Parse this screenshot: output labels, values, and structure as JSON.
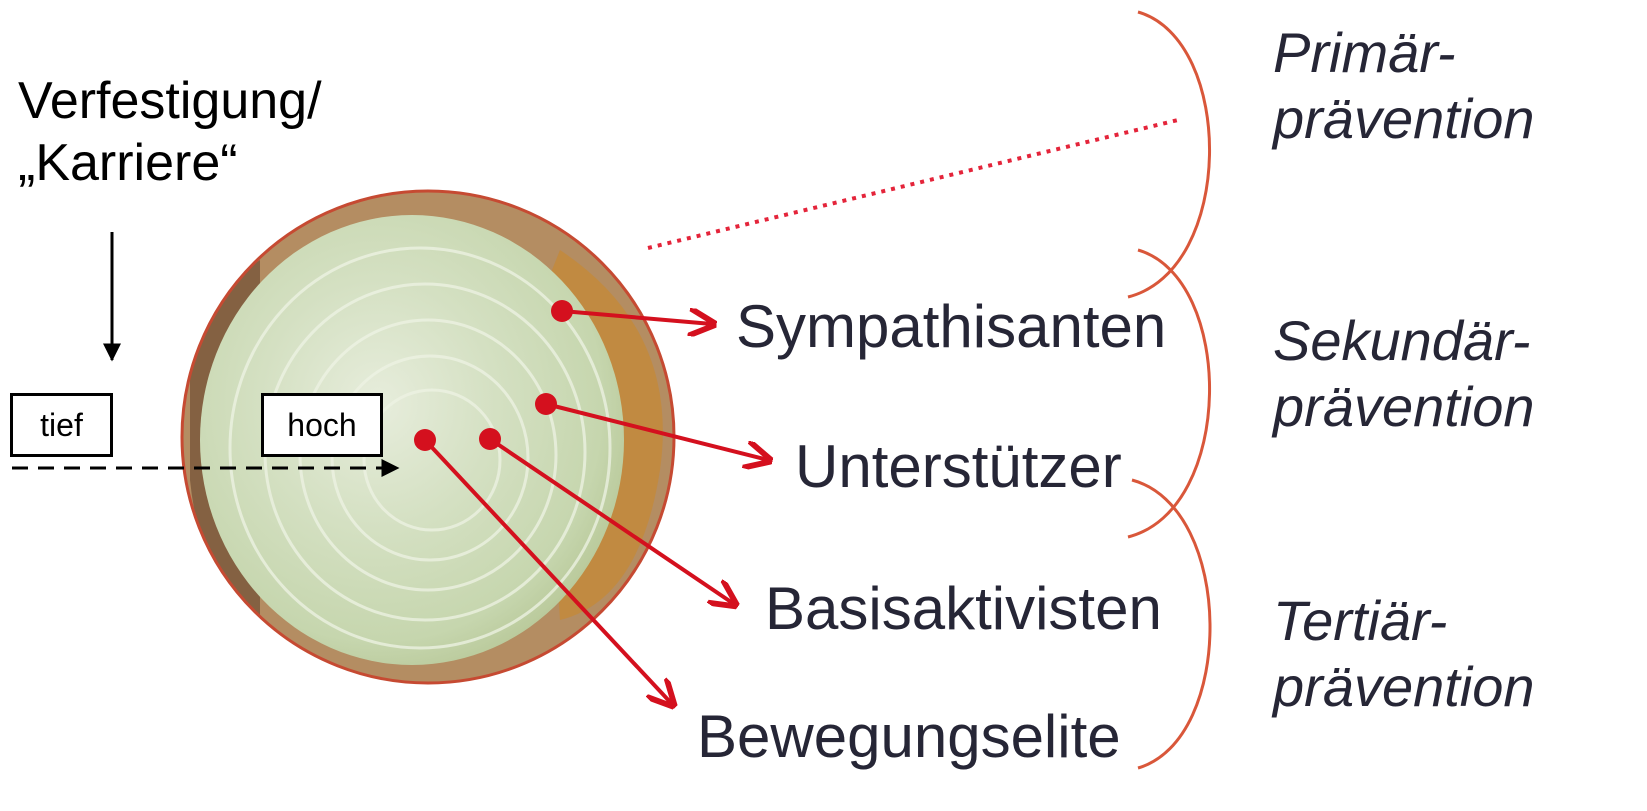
{
  "heading": {
    "line1": "Verfestigung/",
    "line2": "„Karriere“"
  },
  "scale": {
    "low": "tief",
    "high": "hoch"
  },
  "layers": [
    {
      "label": "Sympathisanten"
    },
    {
      "label": "Unterstützer"
    },
    {
      "label": "Basisaktivisten"
    },
    {
      "label": "Bewegungselite"
    }
  ],
  "prevention": [
    {
      "line1": "Primär-",
      "line2": "prävention"
    },
    {
      "line1": "Sekundär-",
      "line2": "prävention"
    },
    {
      "line1": "Tertiär-",
      "line2": "prävention"
    }
  ],
  "colors": {
    "accent": "#d4101e",
    "bracket": "#d9573a",
    "text": "#262636"
  }
}
